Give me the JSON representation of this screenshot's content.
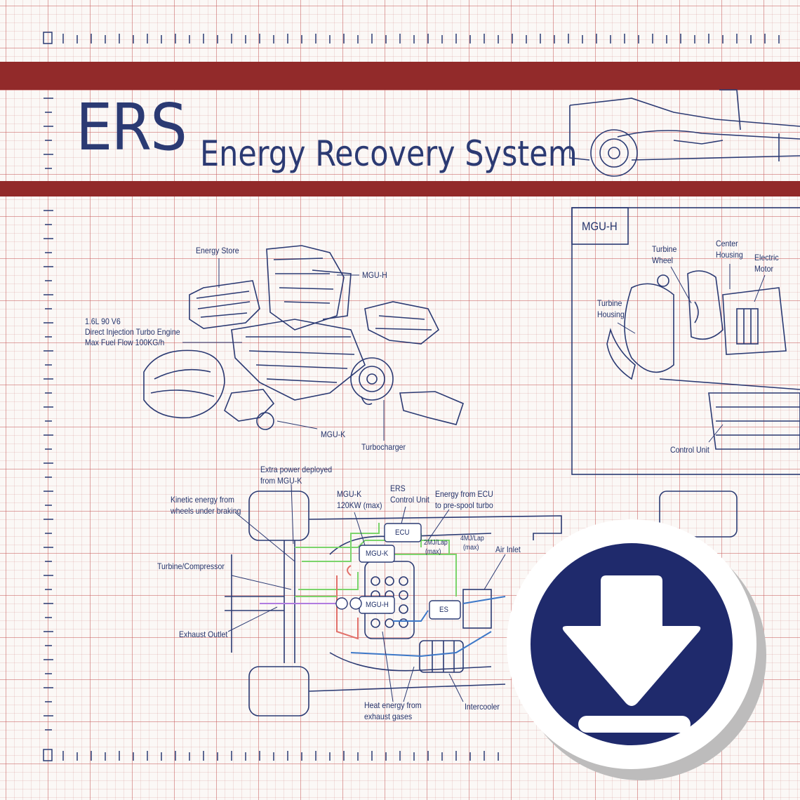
{
  "header": {
    "title": "ERS",
    "subtitle": "Energy Recovery System"
  },
  "colors": {
    "ink": "#2b3a73",
    "band": "#922a2a",
    "grid": "#c85a5a",
    "badge": "#1f2a6c"
  },
  "engine_labels": {
    "energy_store": "Energy Store",
    "mgu_h": "MGU-H",
    "engine_line1": "1.6L 90 V6",
    "engine_line2": "Direct Injection Turbo Engine",
    "engine_line3": "Max Fuel Flow 100KG/h",
    "mgu_k": "MGU-K",
    "turbocharger": "Turbocharger"
  },
  "mguh_panel": {
    "title": "MGU-H",
    "turbine_wheel_1": "Turbine",
    "turbine_wheel_2": "Wheel",
    "center_housing_1": "Center",
    "center_housing_2": "Housing",
    "electric_motor_1": "Electric",
    "electric_motor_2": "Motor",
    "turbine_housing_1": "Turbine",
    "turbine_housing_2": "Housing",
    "control_unit": "Control Unit"
  },
  "layout_labels": {
    "extra_power_1": "Extra power deployed",
    "extra_power_2": "from MGU-K",
    "kinetic_1": "Kinetic energy from",
    "kinetic_2": "wheels under braking",
    "mguk_1": "MGU-K",
    "mguk_2": "120KW (max)",
    "ers_cu_1": "ERS",
    "ers_cu_2": "Control Unit",
    "ecu_energy_1": "Energy from ECU",
    "ecu_energy_2": "to pre-spool turbo",
    "ecu_box": "ECU",
    "mguk_box": "MGU-K",
    "mguh_box": "MGU-H",
    "es_box": "ES",
    "two_mj_1": "2MJ/Lap",
    "two_mj_2": "(max)",
    "four_mj_1": "4MJ/Lap",
    "four_mj_2": "(max)",
    "air_inlet": "Air Inlet",
    "turbine_compressor": "Turbine/Compressor",
    "exhaust_outlet": "Exhaust Outlet",
    "heat_energy_1": "Heat energy from",
    "heat_energy_2": "exhaust gases",
    "intercooler": "Intercooler"
  },
  "download": {
    "icon": "download-arrow-icon"
  }
}
